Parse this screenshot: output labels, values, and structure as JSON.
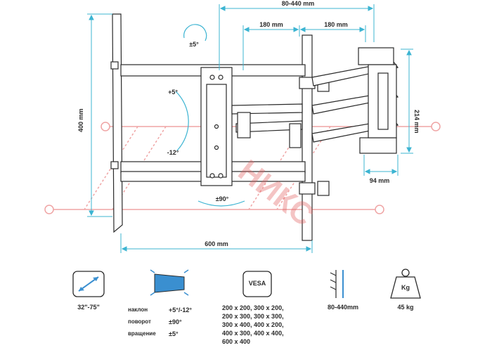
{
  "diagram": {
    "width_range": "80-440 mm",
    "arm_left": "180 mm",
    "arm_right": "180 mm",
    "vertical": "400 mm",
    "horizontal": "600 mm",
    "depth_right": "214 mm",
    "depth_bottom": "94 mm",
    "rotation": "±5°",
    "tilt_up": "+5°",
    "tilt_down": "-12°",
    "swivel": "±90°"
  },
  "watermark": "НИКС",
  "specs": {
    "screen_size": "32\"-75\"",
    "tilt_label": "наклон",
    "tilt_value": "+5°/-12°",
    "swivel_label": "поворот",
    "swivel_value": "±90°",
    "rotation_label": "вращение",
    "rotation_value": "±5°",
    "vesa_badge": "VESA",
    "vesa_values": [
      "200 x 200, 300 x 200,",
      "200 x 300, 300 x 300,",
      "300 x 400, 400 x 200,",
      "400 x 300, 400 x 400,",
      "600 x 400"
    ],
    "depth": "80-440mm",
    "weight_badge": "Kg",
    "weight": "45 kg"
  },
  "colors": {
    "dimension": "#3cb4d2",
    "line": "#2a2a2a",
    "icon_blue": "#3a8fd0",
    "watermark": "#e25a5a"
  }
}
